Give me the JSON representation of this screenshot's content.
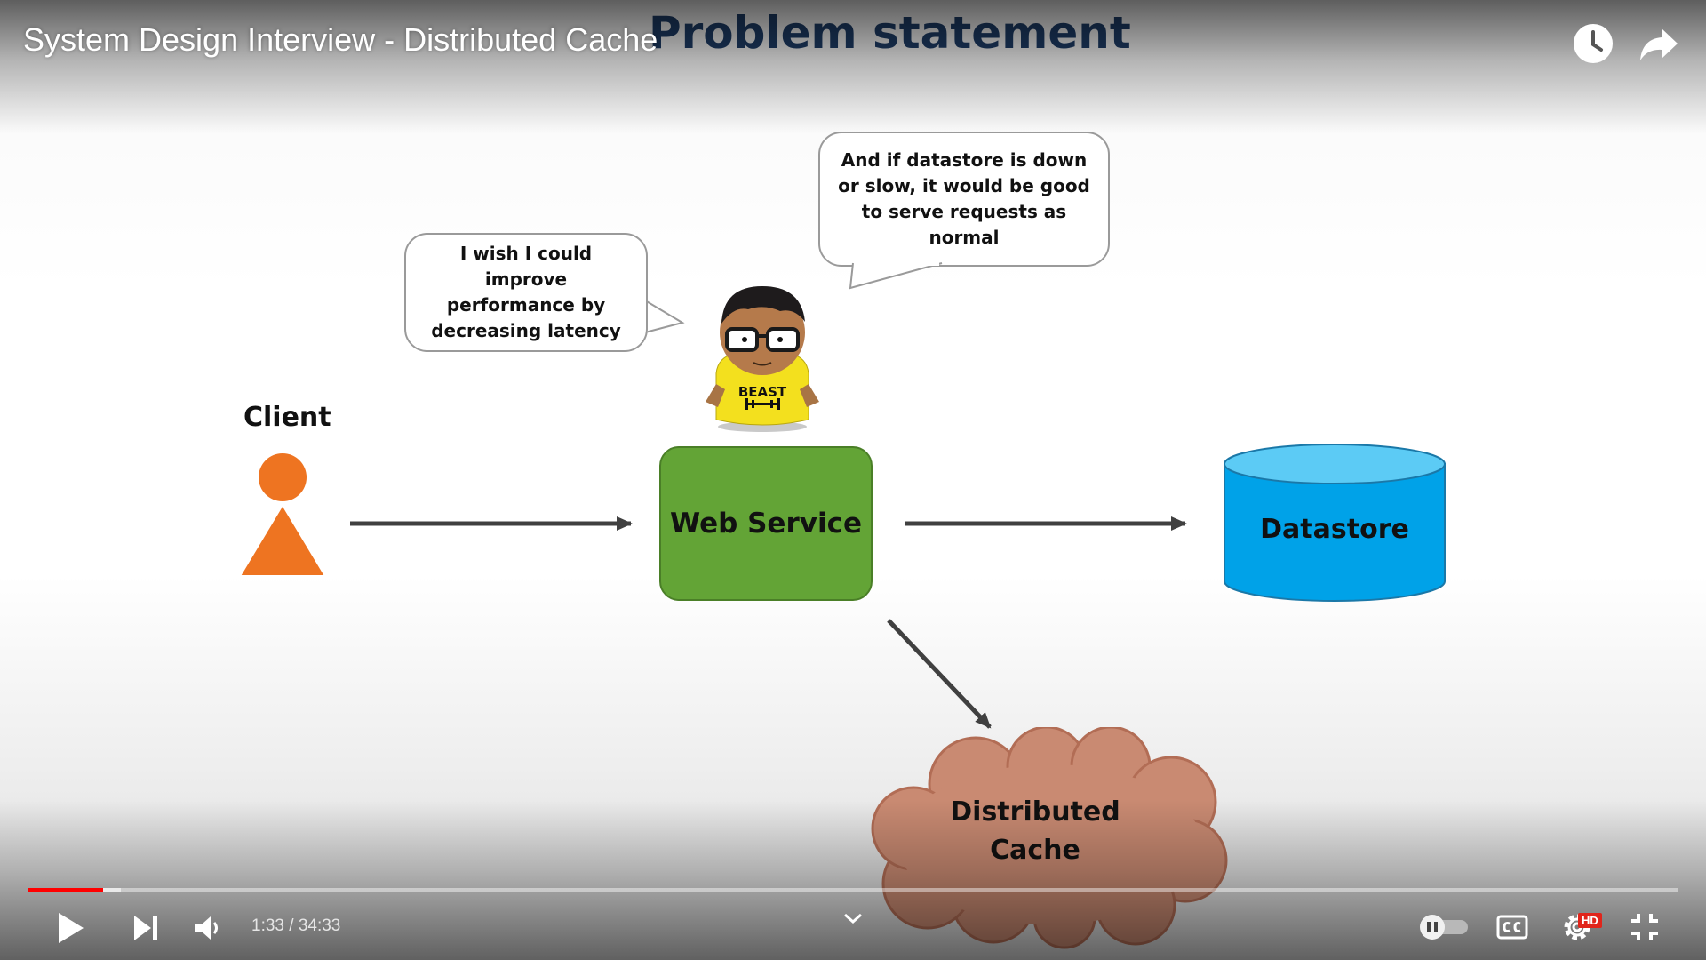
{
  "player": {
    "video_title": "System Design Interview - Distributed Cache",
    "time_current": "1:33",
    "time_separator": " / ",
    "time_total": "34:33",
    "progress_played_fraction": 0.045,
    "progress_loaded_fraction": 0.056,
    "hd_badge": "HD",
    "icons": [
      "watch-later-icon",
      "share-icon",
      "play-icon",
      "next-icon",
      "volume-icon",
      "chevron-down-icon",
      "autoplay-toggle-icon",
      "captions-icon",
      "settings-icon",
      "exit-fullscreen-icon"
    ]
  },
  "slide": {
    "title": "Problem statement",
    "bubble_left_text": "I wish I could improve performance by decreasing latency",
    "bubble_right_text": "And if datastore is down or slow, it would be good to serve requests as normal",
    "client_label": "Client",
    "web_service_label": "Web Service",
    "datastore_label": "Datastore",
    "cache_label_line1": "Distributed",
    "cache_label_line2": "Cache",
    "character_shirt_text": "BEAST",
    "colors": {
      "title": "#1f3f6b",
      "client": "#ee7421",
      "web_service": "#63a436",
      "datastore": "#00a2e8",
      "datastore_top": "#5ccbf5",
      "cache": "#c98a72",
      "arrow": "#404040"
    }
  }
}
